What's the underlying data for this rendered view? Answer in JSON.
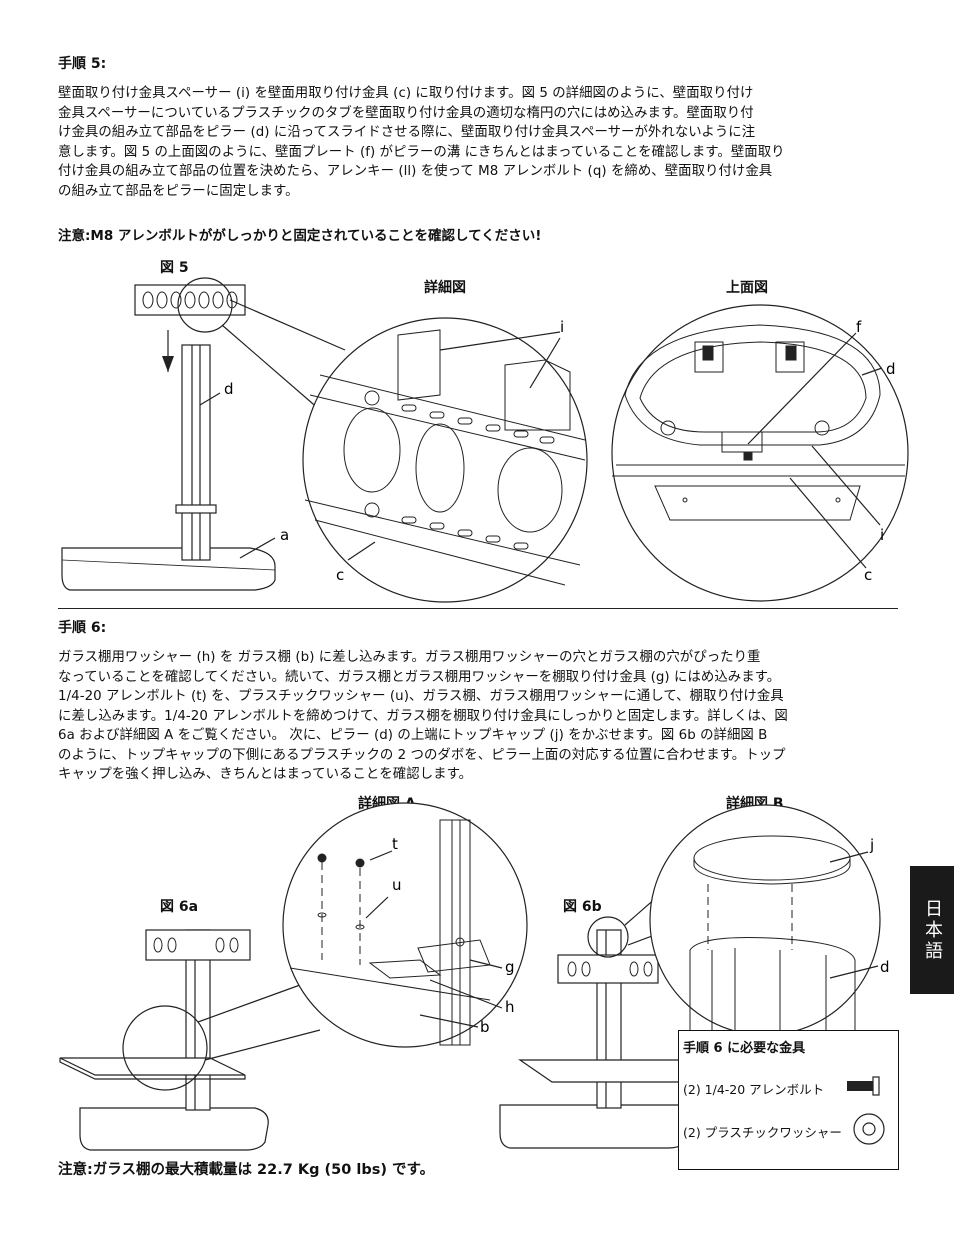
{
  "step5": {
    "heading": "手順 5:",
    "lines": [
      "壁面取り付け金具スペーサー (i) を壁面用取り付け金具 (c) に取り付けます。図 5 の詳細図のように、壁面取り付け",
      "金具スペーサーについているプラスチックのタブを壁面取り付け金具の適切な楕円の穴にはめ込みます。壁面取り付",
      "け金具の組み立て部品をピラー (d) に沿ってスライドさせる際に、壁面取り付け金具スペーサーが外れないように注",
      "意します。図 5 の上面図のように、壁面プレート (f) がピラーの溝 にきちんとはまっていることを確認します。壁面取り",
      "付け金具の組み立て部品の位置を決めたら、アレンキー (ll) を使って M8 アレンボルト (q) を締め、壁面取り付け金具",
      "の組み立て部品をピラーに固定します。"
    ],
    "note": "注意:M8 アレンボルトががしっかりと固定されていることを確認してください!",
    "fig_label": "図 5",
    "detail_label": "詳細図",
    "top_label": "上面図",
    "callouts": {
      "d": "d",
      "a": "a",
      "c": "c",
      "i": "i",
      "f": "f",
      "d2": "d",
      "i2": "i",
      "c2": "c"
    }
  },
  "step6": {
    "heading": "手順 6:",
    "lines": [
      "ガラス棚用ワッシャー (h) を ガラス棚 (b) に差し込みます。ガラス棚用ワッシャーの穴とガラス棚の穴がぴったり重",
      "なっていることを確認してください。続いて、ガラス棚とガラス棚用ワッシャーを棚取り付け金具 (g) にはめ込みます。",
      "1/4-20 アレンボルト (t) を、プラスチックワッシャー (u)、ガラス棚、ガラス棚用ワッシャーに通して、棚取り付け金具",
      "に差し込みます。1/4-20 アレンボルトを締めつけて、ガラス棚を棚取り付け金具にしっかりと固定します。詳しくは、図",
      "6a および詳細図 A をご覧ください。 次に、ピラー (d) の上端にトップキャップ (j) をかぶせます。図 6b の詳細図 B",
      "のように、トップキャップの下側にあるプラスチックの 2 つのダボを、ピラー上面の対応する位置に合わせます。トップ",
      "キャップを強く押し込み、きちんとはまっていることを確認します。"
    ],
    "detailA_label": "詳細図 A",
    "detailB_label": "詳細図 B",
    "fig6a_label": "図 6a",
    "fig6b_label": "図 6b",
    "callouts": {
      "t": "t",
      "u": "u",
      "g": "g",
      "h": "h",
      "b": "b",
      "j": "j",
      "d": "d"
    },
    "hardware": {
      "title": "手順 6 に必要な金具",
      "item1": "(2) 1/4-20 アレンボルト",
      "item2": "(2) プラスチックワッシャー"
    },
    "note": "注意:ガラス棚の最大積載量は 22.7 Kg (50 lbs) です。"
  },
  "side_tab": "日本語"
}
